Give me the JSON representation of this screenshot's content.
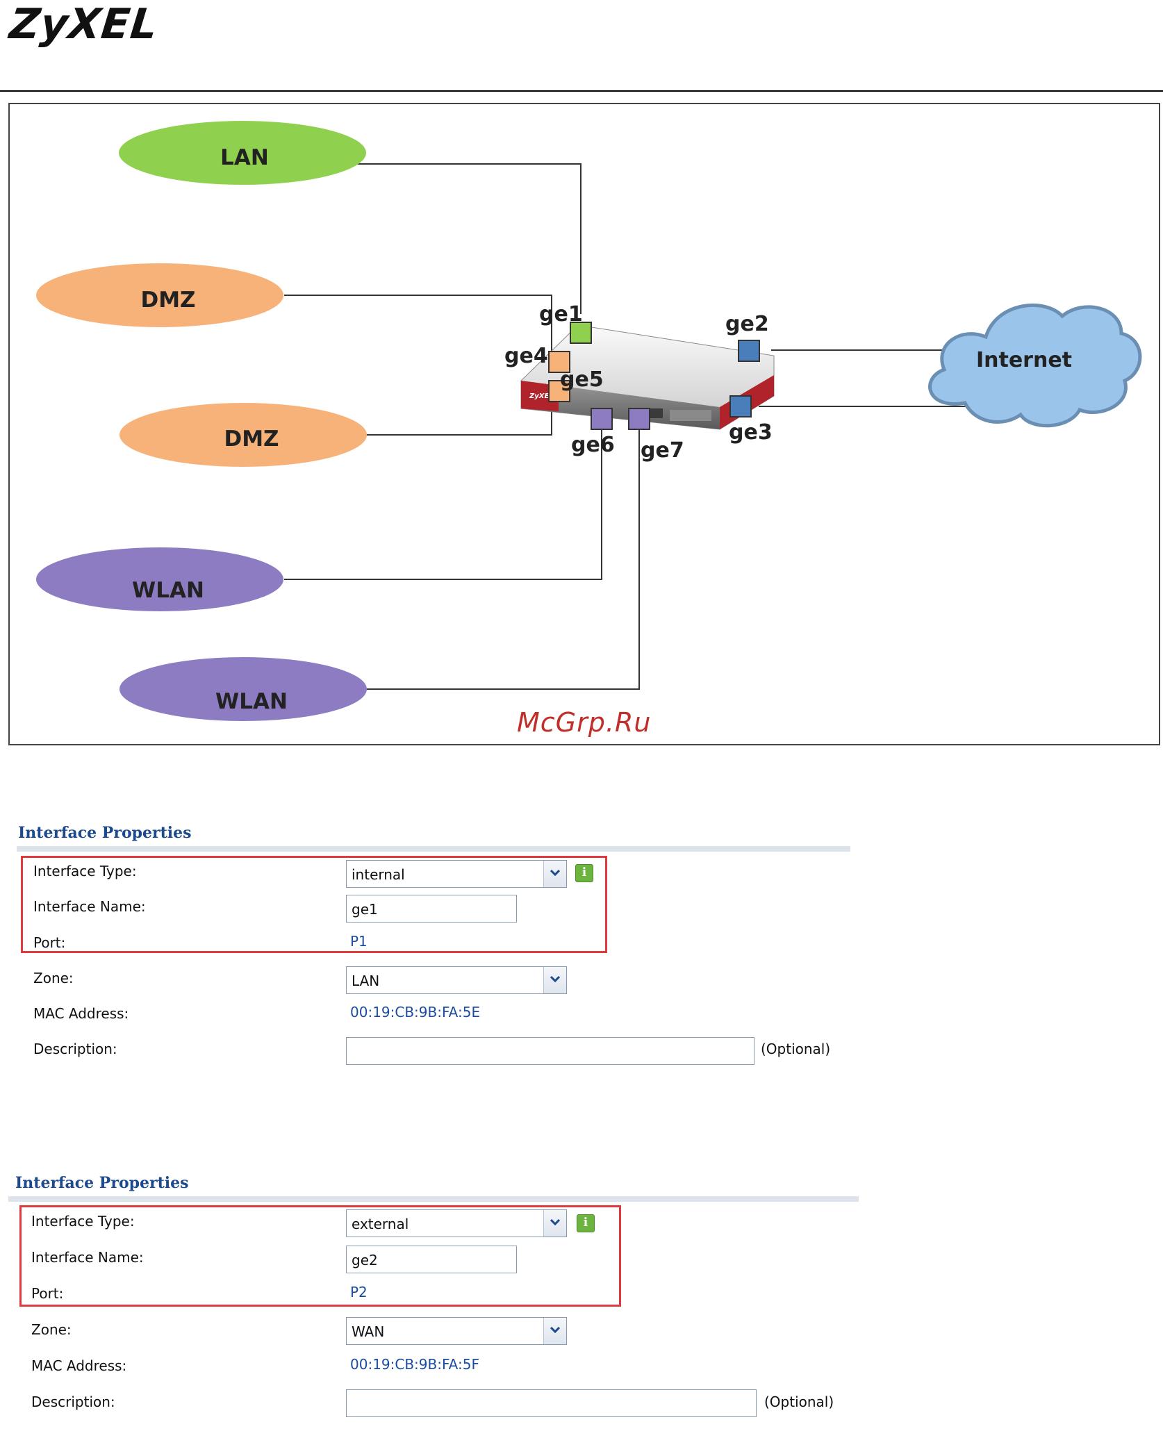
{
  "logo": "ZyXEL",
  "watermark": "McGrp.Ru",
  "diagram": {
    "zones": [
      {
        "label": "LAN",
        "color": "#8fd14f"
      },
      {
        "label": "DMZ",
        "color": "#f7b27a"
      },
      {
        "label": "DMZ",
        "color": "#f7b27a"
      },
      {
        "label": "WLAN",
        "color": "#8e7cc3"
      },
      {
        "label": "WLAN",
        "color": "#8e7cc3"
      }
    ],
    "ports": [
      "ge1",
      "ge2",
      "ge3",
      "ge4",
      "ge5",
      "ge6",
      "ge7"
    ],
    "internet_label": "Internet",
    "device_brand": "ZyXEL"
  },
  "panels": [
    {
      "title": "Interface Properties",
      "interface_type_label": "Interface Type:",
      "interface_type_value": "internal",
      "interface_name_label": "Interface Name:",
      "interface_name_value": "ge1",
      "port_label": "Port:",
      "port_value": "P1",
      "zone_label": "Zone:",
      "zone_value": "LAN",
      "mac_label": "MAC Address:",
      "mac_value": "00:19:CB:9B:FA:5E",
      "description_label": "Description:",
      "description_value": "",
      "optional_label": "(Optional)",
      "info_icon": "info-icon"
    },
    {
      "title": "Interface Properties",
      "interface_type_label": "Interface Type:",
      "interface_type_value": "external",
      "interface_name_label": "Interface Name:",
      "interface_name_value": "ge2",
      "port_label": "Port:",
      "port_value": "P2",
      "zone_label": "Zone:",
      "zone_value": "WAN",
      "mac_label": "MAC Address:",
      "mac_value": "00:19:CB:9B:FA:5F",
      "description_label": "Description:",
      "description_value": "",
      "optional_label": "(Optional)",
      "info_icon": "info-icon"
    }
  ]
}
